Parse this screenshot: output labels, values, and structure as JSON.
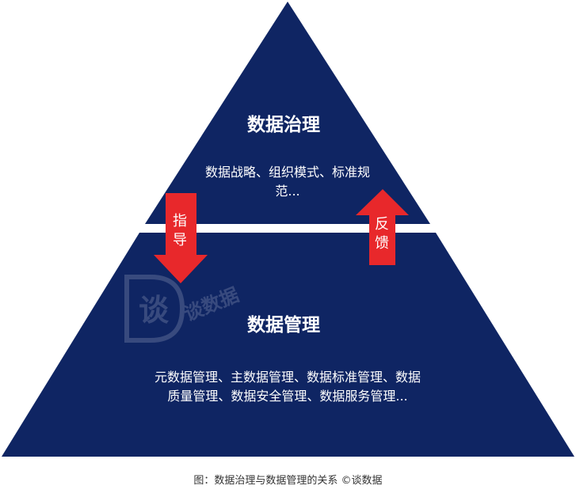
{
  "colors": {
    "pyramid_fill": "#0f2563",
    "arrow_fill": "#e8282b",
    "text": "#ffffff",
    "caption_text": "#333333"
  },
  "top_section": {
    "title": "数据治理",
    "body": "数据战略、组织模式、标准规范..."
  },
  "bottom_section": {
    "title": "数据管理",
    "body": "元数据管理、主数据管理、数据标准管理、数据质量管理、数据安全管理、数据服务管理..."
  },
  "arrows": {
    "down_label": "指导",
    "up_label": "反馈"
  },
  "watermark": {
    "text": "谈数据",
    "icon": "tan-shuju-logo"
  },
  "caption": "图：数据治理与数据管理的关系  ©谈数据"
}
